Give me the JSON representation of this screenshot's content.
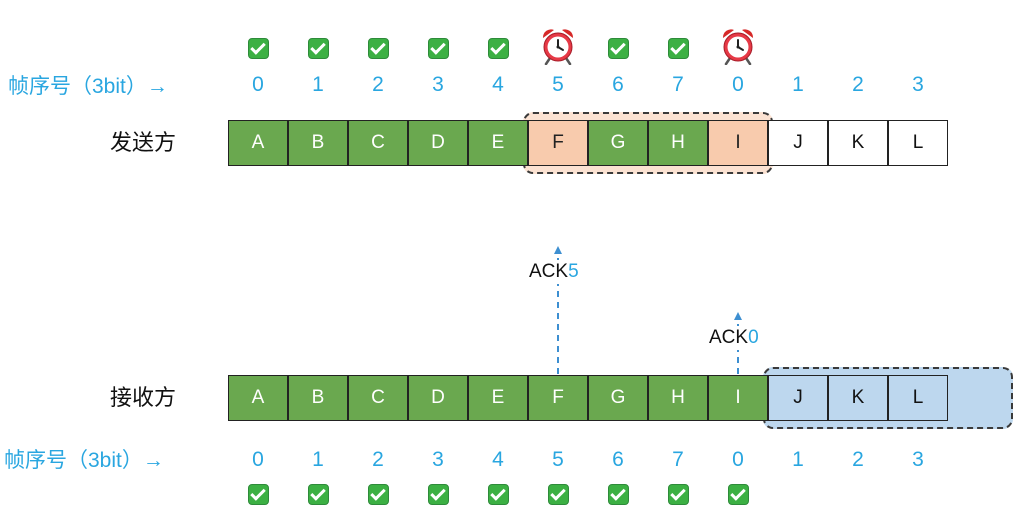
{
  "seq_label": "帧序号（3bit）→",
  "sender": {
    "label": "发送方",
    "frames": [
      {
        "name": "A",
        "seq": "0",
        "state": "green",
        "mark": "check"
      },
      {
        "name": "B",
        "seq": "1",
        "state": "green",
        "mark": "check"
      },
      {
        "name": "C",
        "seq": "2",
        "state": "green",
        "mark": "check"
      },
      {
        "name": "D",
        "seq": "3",
        "state": "green",
        "mark": "check"
      },
      {
        "name": "E",
        "seq": "4",
        "state": "green",
        "mark": "check"
      },
      {
        "name": "F",
        "seq": "5",
        "state": "peach",
        "mark": "alarm"
      },
      {
        "name": "G",
        "seq": "6",
        "state": "green",
        "mark": "check"
      },
      {
        "name": "H",
        "seq": "7",
        "state": "green",
        "mark": "check"
      },
      {
        "name": "I",
        "seq": "0",
        "state": "peach",
        "mark": "alarm"
      },
      {
        "name": "J",
        "seq": "1",
        "state": "white",
        "mark": ""
      },
      {
        "name": "K",
        "seq": "2",
        "state": "white",
        "mark": ""
      },
      {
        "name": "L",
        "seq": "3",
        "state": "white",
        "mark": ""
      }
    ],
    "window": {
      "from": 5,
      "to": 8
    }
  },
  "receiver": {
    "label": "接收方",
    "frames": [
      {
        "name": "A",
        "seq": "0",
        "state": "green",
        "mark": "check"
      },
      {
        "name": "B",
        "seq": "1",
        "state": "green",
        "mark": "check"
      },
      {
        "name": "C",
        "seq": "2",
        "state": "green",
        "mark": "check"
      },
      {
        "name": "D",
        "seq": "3",
        "state": "green",
        "mark": "check"
      },
      {
        "name": "E",
        "seq": "4",
        "state": "green",
        "mark": "check"
      },
      {
        "name": "F",
        "seq": "5",
        "state": "green",
        "mark": "check"
      },
      {
        "name": "G",
        "seq": "6",
        "state": "green",
        "mark": "check"
      },
      {
        "name": "H",
        "seq": "7",
        "state": "green",
        "mark": "check"
      },
      {
        "name": "I",
        "seq": "0",
        "state": "green",
        "mark": "check"
      },
      {
        "name": "J",
        "seq": "1",
        "state": "blue",
        "mark": ""
      },
      {
        "name": "K",
        "seq": "2",
        "state": "blue",
        "mark": ""
      },
      {
        "name": "L",
        "seq": "3",
        "state": "blue",
        "mark": ""
      }
    ],
    "window": {
      "from": 9,
      "to": 11,
      "extra_slots": 1
    }
  },
  "acks": [
    {
      "prefix": "ACK",
      "num": "5",
      "frame_index": 5
    },
    {
      "prefix": "ACK",
      "num": "0",
      "frame_index": 8
    }
  ],
  "colors": {
    "acked": "#6aa84f",
    "timeout": "#f8cbad",
    "receiver_window": "#bdd7ee",
    "seq_text": "#29a6e0",
    "ack_arrow": "#3d8fd1"
  },
  "icons": {
    "check": "check-mark-icon",
    "alarm": "alarm-clock-icon"
  }
}
